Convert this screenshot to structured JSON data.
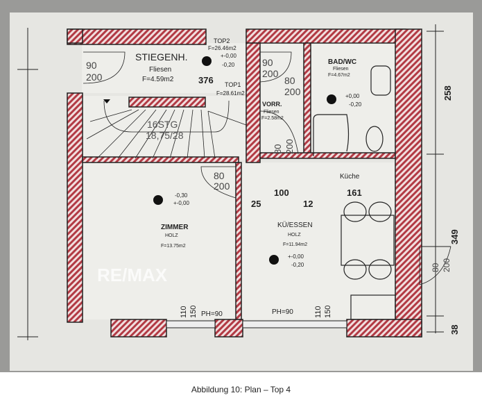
{
  "caption": "Abbildung 10: Plan – Top 4",
  "watermark": "RE/MAX",
  "rooms": {
    "stairwell": {
      "name": "STIEGENH.",
      "floor": "Fliesen",
      "area": "F=4.59m2",
      "level_top": "+-0,00",
      "level_bottom": "-0,20"
    },
    "stairs": {
      "steps": "16STG",
      "ratio": "18,75/28"
    },
    "top2": {
      "label": "TOP2",
      "area": "F=26.46m2"
    },
    "top1": {
      "label": "TOP1",
      "area": "F=28.61m2"
    },
    "vorr": {
      "name": "VORR.",
      "floor": "Fliesen",
      "area": "F=2.58m2"
    },
    "bad": {
      "name": "BAD/WC",
      "floor": "Fliesen",
      "area": "F=4.67m2",
      "level_top": "+0,00",
      "level_bottom": "-0,20"
    },
    "zimmer": {
      "name": "ZIMMER",
      "floor": "HOLZ",
      "area": "F=13.75m2",
      "level_top": "-0,30",
      "level_bottom": "+-0,00",
      "parapet": "PH=90"
    },
    "kueche_essen": {
      "name": "KÜ/ESSEN",
      "floor": "HOLZ",
      "area": "F=11.94m2",
      "level_top": "+-0,00",
      "level_bottom": "-0,20",
      "parapet": "PH=90"
    },
    "kueche": {
      "name": "Küche"
    }
  },
  "doors": {
    "d1": {
      "w": "90",
      "h": "200"
    },
    "d2": {
      "w": "90",
      "h": "200"
    },
    "d3": {
      "w": "80",
      "h": "200"
    },
    "d4": {
      "w": "80",
      "h": "200"
    },
    "d5": {
      "w": "80",
      "h": "200"
    },
    "d6": {
      "w": "80",
      "h": "200"
    }
  },
  "windows": {
    "w1": {
      "a": "110",
      "b": "150"
    },
    "w2": {
      "a": "110",
      "b": "150"
    }
  },
  "dimensions": {
    "d376": "376",
    "d258": "258",
    "d349": "349",
    "d38": "38",
    "d25": "25",
    "d100": "100",
    "d12": "12",
    "d161": "161"
  }
}
